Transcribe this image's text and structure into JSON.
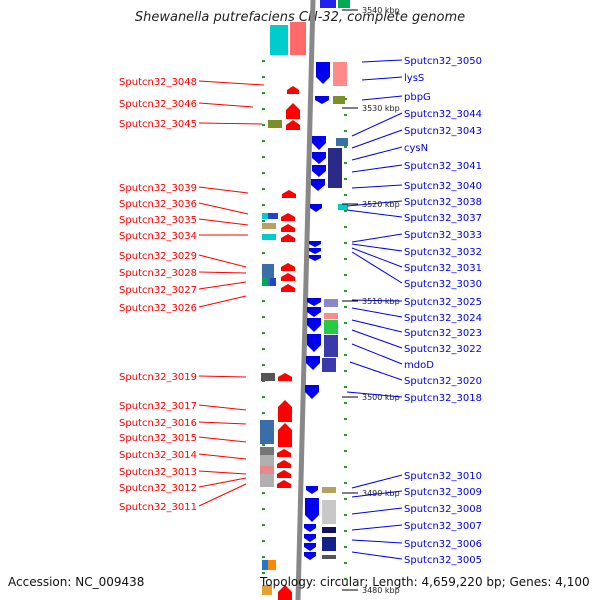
{
  "title": "Shewanella putrefaciens CN-32, complete genome",
  "footer": {
    "accession": "Accession: NC_009438",
    "topology": "Topology: circular; Length: 4,659,220 bp; Genes: 4,100"
  },
  "colors": {
    "forward": "#ff0000",
    "reverse": "#0000ee",
    "backbone": "#888888",
    "tick": "#2a9a2a"
  },
  "kbp_markers": [
    "3540 kbp",
    "3530 kbp",
    "3520 kbp",
    "3510 kbp",
    "3500 kbp",
    "3490 kbp",
    "3480 kbp"
  ],
  "left_labels": [
    "Sputcn32_3048",
    "Sputcn32_3046",
    "Sputcn32_3045",
    "Sputcn32_3039",
    "Sputcn32_3036",
    "Sputcn32_3035",
    "Sputcn32_3034",
    "Sputcn32_3029",
    "Sputcn32_3028",
    "Sputcn32_3027",
    "Sputcn32_3026",
    "Sputcn32_3019",
    "Sputcn32_3017",
    "Sputcn32_3016",
    "Sputcn32_3015",
    "Sputcn32_3014",
    "Sputcn32_3013",
    "Sputcn32_3012",
    "Sputcn32_3011"
  ],
  "right_labels": [
    "Sputcn32_3050",
    "lysS",
    "pbpG",
    "Sputcn32_3044",
    "Sputcn32_3043",
    "cysN",
    "Sputcn32_3041",
    "Sputcn32_3040",
    "Sputcn32_3038",
    "Sputcn32_3037",
    "Sputcn32_3033",
    "Sputcn32_3032",
    "Sputcn32_3031",
    "Sputcn32_3030",
    "Sputcn32_3025",
    "Sputcn32_3024",
    "Sputcn32_3023",
    "Sputcn32_3022",
    "mdoD",
    "Sputcn32_3020",
    "Sputcn32_3018",
    "Sputcn32_3010",
    "Sputcn32_3009",
    "Sputcn32_3008",
    "Sputcn32_3007",
    "Sputcn32_3006",
    "Sputcn32_3005"
  ]
}
